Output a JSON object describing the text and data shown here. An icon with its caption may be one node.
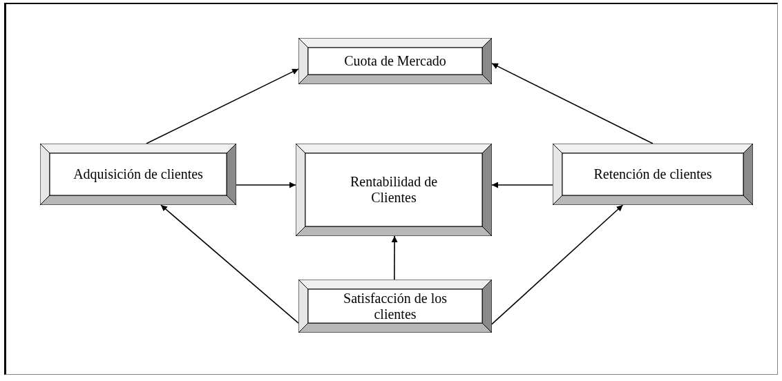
{
  "diagram": {
    "nodes": [
      {
        "text": [
          "Cuota de Mercado"
        ]
      },
      {
        "text": [
          "Adquisición de clientes"
        ]
      },
      {
        "text": [
          "Rentabilidad de Clientes"
        ]
      },
      {
        "text": [
          "Retención de clientes"
        ]
      },
      {
        "text": [
          "Satisfacción de los clientes"
        ]
      }
    ],
    "edges": [
      {
        "from": 1,
        "to": 0,
        "arrow": "to"
      },
      {
        "from": 3,
        "to": 0,
        "arrow": "to"
      },
      {
        "from": 1,
        "to": 2,
        "arrow": "to"
      },
      {
        "from": 3,
        "to": 2,
        "arrow": "to"
      },
      {
        "from": 4,
        "to": 2,
        "arrow": "to"
      },
      {
        "from": 4,
        "to": 1,
        "arrow": "to"
      },
      {
        "from": 4,
        "to": 3,
        "arrow": "to"
      }
    ]
  }
}
